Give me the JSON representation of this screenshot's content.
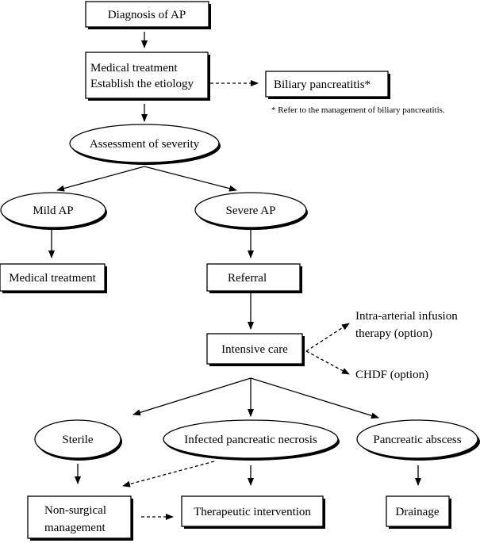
{
  "nodes": {
    "diagnosis": "Diagnosis of AP",
    "medical_treatment_line1": "Medical treatment",
    "medical_treatment_line2": "Establish the etiology",
    "biliary": "Biliary pancreatitis*",
    "biliary_note": "* Refer to the management of biliary pancreatitis.",
    "assessment": "Assessment of severity",
    "mild": "Mild AP",
    "severe": "Severe AP",
    "mild_treatment": "Medical treatment",
    "referral": "Referral",
    "intensive_care": "Intensive care",
    "intra_arterial_line1": "Intra-arterial infusion",
    "intra_arterial_line2": "therapy (option)",
    "chdf": "CHDF (option)",
    "sterile": "Sterile",
    "infected": "Infected pancreatic necrosis",
    "abscess": "Pancreatic abscess",
    "nonsurgical_line1": "Non-surgical",
    "nonsurgical_line2": "management",
    "therapeutic": "Therapeutic intervention",
    "drainage": "Drainage"
  }
}
